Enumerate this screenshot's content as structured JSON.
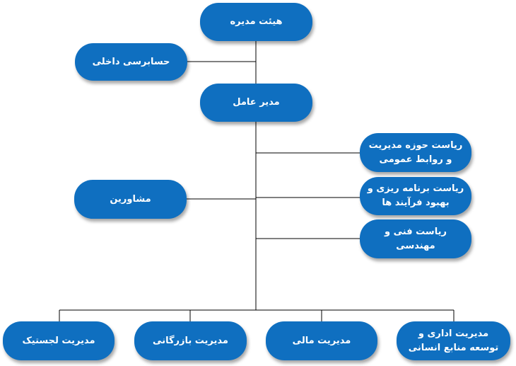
{
  "org_chart": {
    "board": "هیئت مدیره",
    "internal_audit": "حسابرسی داخلی",
    "ceo": "مدیر عامل",
    "advisors": "مشاورین",
    "staff_units": [
      "ریاست حوزه مدیریت و روابط عمومی",
      "ریاست برنامه ریزی و بهبود فرآیند ها",
      "ریاست فنی و مهندسی"
    ],
    "departments": [
      "مدیریت اداری و توسعه منابع انسانی",
      "مدیریت مالی",
      "مدیریت بازرگانی",
      "مدیریت لجستیک"
    ]
  },
  "colors": {
    "node_fill": "#0f6fc0",
    "node_text": "#ffffff",
    "connector": "#000000"
  }
}
